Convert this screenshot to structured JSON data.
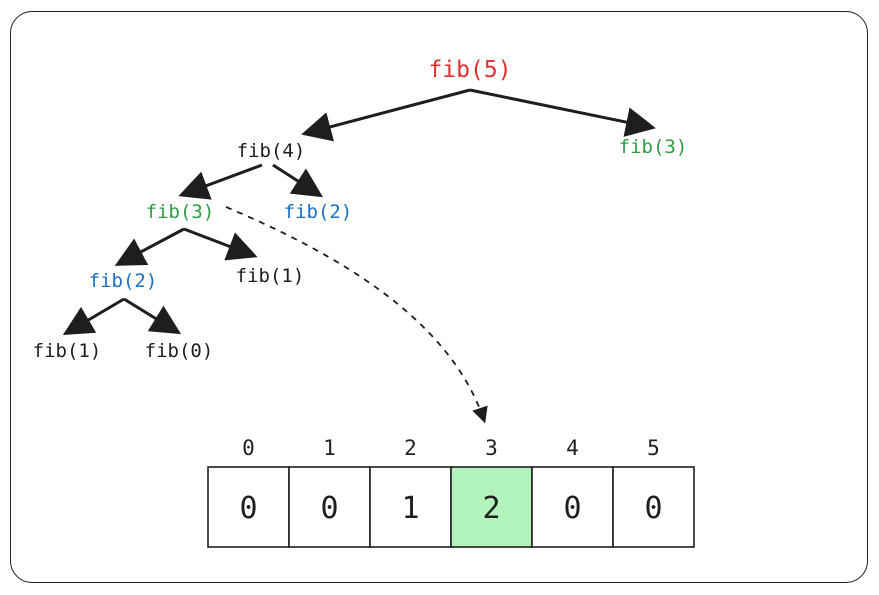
{
  "colors": {
    "root": "#e03131",
    "memo_hit": "#2f9e44",
    "repeat": "#1971c2",
    "default": "#1e1e1e",
    "highlight_fill": "#b2f2bb"
  },
  "tree": {
    "nodes": [
      {
        "id": "n-fib5",
        "label": "fib(5)",
        "color": "root"
      },
      {
        "id": "n-fib4",
        "label": "fib(4)",
        "color": "default"
      },
      {
        "id": "n-fib3-right",
        "label": "fib(3)",
        "color": "memo_hit"
      },
      {
        "id": "n-fib3-left",
        "label": "fib(3)",
        "color": "memo_hit"
      },
      {
        "id": "n-fib2-right",
        "label": "fib(2)",
        "color": "repeat"
      },
      {
        "id": "n-fib2-left",
        "label": "fib(2)",
        "color": "repeat"
      },
      {
        "id": "n-fib1-mid",
        "label": "fib(1)",
        "color": "default"
      },
      {
        "id": "n-fib1-leaf",
        "label": "fib(1)",
        "color": "default"
      },
      {
        "id": "n-fib0-leaf",
        "label": "fib(0)",
        "color": "default"
      }
    ],
    "edges": [
      {
        "from": "n-fib5",
        "to": "n-fib4"
      },
      {
        "from": "n-fib5",
        "to": "n-fib3-right"
      },
      {
        "from": "n-fib4",
        "to": "n-fib3-left"
      },
      {
        "from": "n-fib4",
        "to": "n-fib2-right"
      },
      {
        "from": "n-fib3-left",
        "to": "n-fib2-left"
      },
      {
        "from": "n-fib3-left",
        "to": "n-fib1-mid"
      },
      {
        "from": "n-fib2-left",
        "to": "n-fib1-leaf"
      },
      {
        "from": "n-fib2-left",
        "to": "n-fib0-leaf"
      }
    ]
  },
  "memo": {
    "indices": [
      "0",
      "1",
      "2",
      "3",
      "4",
      "5"
    ],
    "values": [
      "0",
      "0",
      "1",
      "2",
      "0",
      "0"
    ],
    "highlight_index": 3
  }
}
